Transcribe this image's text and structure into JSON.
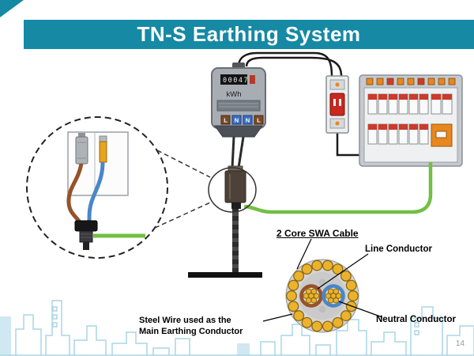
{
  "slide": {
    "title": "TN-S Earthing System",
    "page_number": "14"
  },
  "meter": {
    "display": "00047",
    "unit": "kWh",
    "terminals": [
      "L",
      "N",
      "N",
      "L"
    ]
  },
  "swa_section": {
    "title": "2 Core SWA Cable",
    "line_conductor": "Line Conductor",
    "neutral_conductor": "Neutral Conductor",
    "steel_wire": "Steel Wire used as the\nMain Earthing Conductor"
  },
  "colors": {
    "title_bar": "#1689a4",
    "earth_green": "#72bf44",
    "line_brown": "#96522a",
    "neutral_blue": "#4a86c8",
    "armour_gold": "#ecb22e",
    "skyline": "#a9d6e5"
  }
}
